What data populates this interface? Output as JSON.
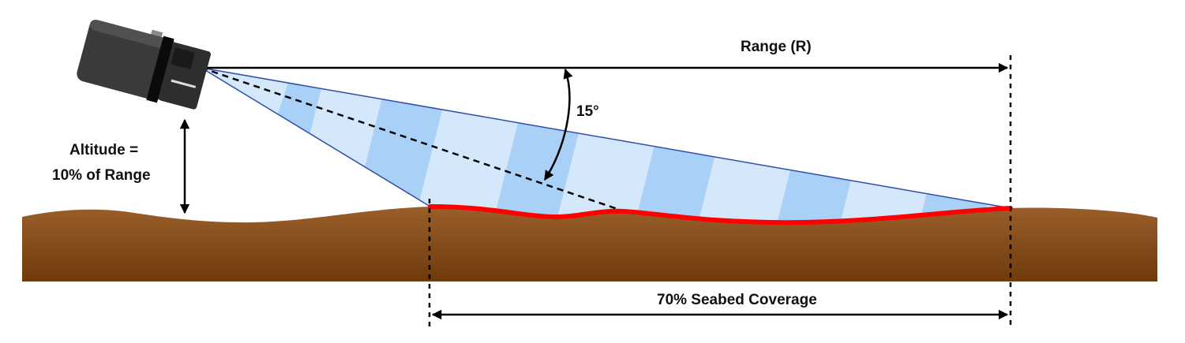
{
  "labels": {
    "range": "Range (R)",
    "angle": "15°",
    "altitude_line1": "Altitude =",
    "altitude_line2": "10% of Range",
    "coverage": "70% Seabed Coverage"
  },
  "colors": {
    "seabed_top": "#9a5f2a",
    "seabed_bottom": "#6f3a0c",
    "beam_light": "#d4e7fb",
    "beam_dark": "#a9d0f6",
    "beam_edge": "#2d4fa8",
    "coverage_line": "#ff0000",
    "sonar_body": "#3a3a3a",
    "arrow": "#000000"
  },
  "icons": {
    "sonar_device": "sonar-transducer-icon"
  }
}
